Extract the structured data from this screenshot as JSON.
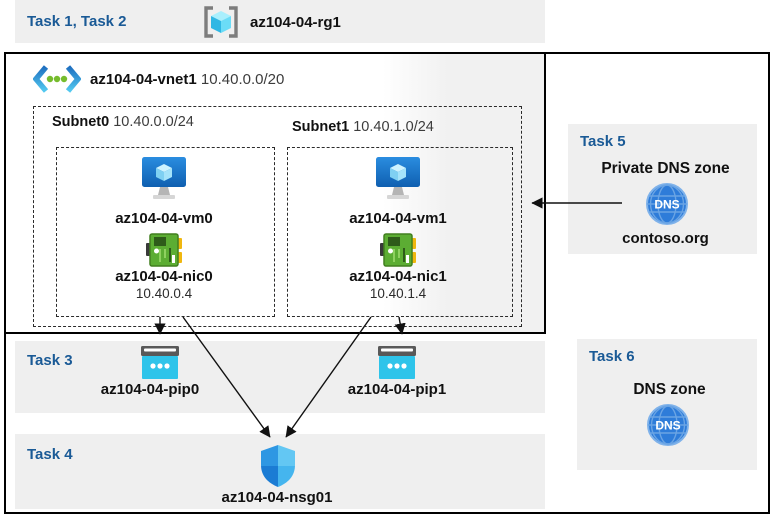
{
  "colors": {
    "band_gray": "#efefef",
    "task_label_blue": "#1a5a96",
    "diagram_border": "#000000",
    "vm_blue": "#1b75ce",
    "nic_green": "#5cad33",
    "nic_yellow": "#f0b70f",
    "pip_cyan": "#2ec4ea",
    "pip_gray": "#595959",
    "nsg_blue_dark": "#1b7cd4",
    "nsg_blue_light": "#63c7f3",
    "dns_blue": "#2e7cd9",
    "vnet_chevron_blue": "#1e6fc0",
    "vnet_dot_green": "#76bc2d",
    "rg_cube_cyan": "#2fb7e4",
    "rg_bracket_gray": "#7d7d7d"
  },
  "header": {
    "task_label": "Task 1, Task 2",
    "rg_name": "az104-04-rg1"
  },
  "vnet": {
    "name": "az104-04-vnet1",
    "cidr": "10.40.0.0/20"
  },
  "subnets": [
    {
      "name": "Subnet0",
      "cidr": "10.40.0.0/24",
      "vm": "az104-04-vm0",
      "nic": "az104-04-nic0",
      "ip": "10.40.0.4"
    },
    {
      "name": "Subnet1",
      "cidr": "10.40.1.0/24",
      "vm": "az104-04-vm1",
      "nic": "az104-04-nic1",
      "ip": "10.40.1.4"
    }
  ],
  "task3": {
    "label": "Task 3",
    "pips": [
      "az104-04-pip0",
      "az104-04-pip1"
    ]
  },
  "task4": {
    "label": "Task 4",
    "nsg": "az104-04-nsg01"
  },
  "task5": {
    "label": "Task 5",
    "title": "Private DNS zone",
    "zone": "contoso.org",
    "dns_text": "DNS"
  },
  "task6": {
    "label": "Task 6",
    "title": "DNS zone",
    "dns_text": "DNS"
  }
}
